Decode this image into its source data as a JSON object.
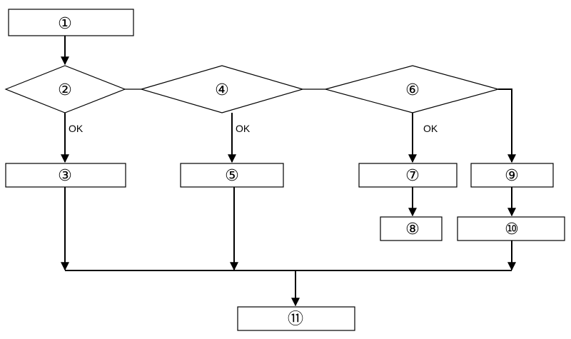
{
  "nodes": {
    "n1": "①",
    "n2": "②",
    "n3": "③",
    "n4": "④",
    "n5": "⑤",
    "n6": "⑥",
    "n7": "⑦",
    "n8": "⑧",
    "n9": "⑨",
    "n10": "⑩",
    "n11": "⑪"
  },
  "edge_labels": {
    "ok2": "OK",
    "ok4": "OK",
    "ok6": "OK"
  }
}
